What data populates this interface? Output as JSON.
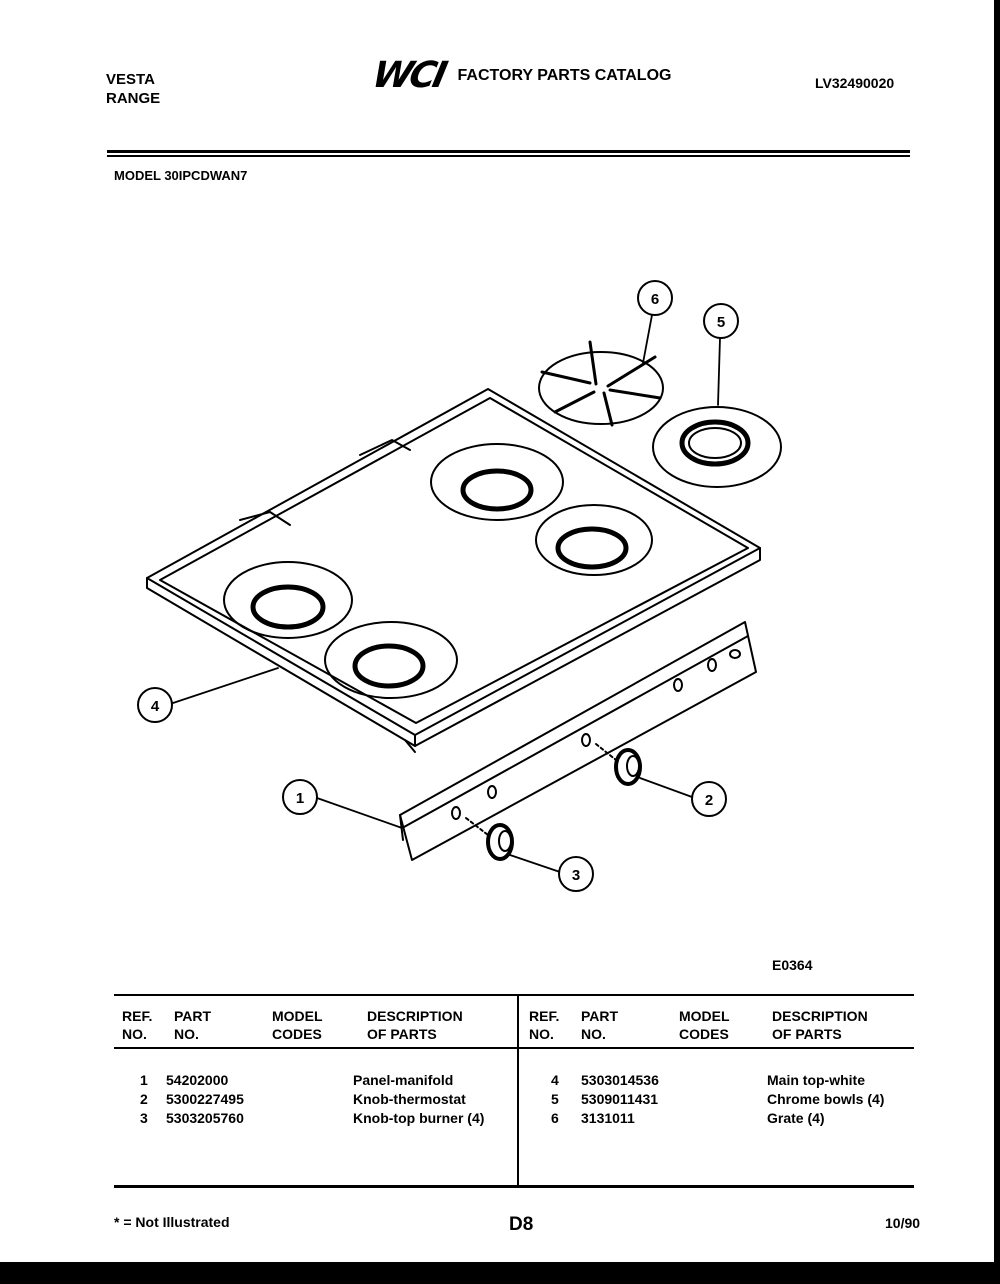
{
  "header": {
    "brand": "VESTA",
    "product": "RANGE",
    "logo": "WCI",
    "catalog_title": "FACTORY PARTS CATALOG",
    "catalog_number": "LV32490020",
    "model_label": "MODEL 30IPCDWAN7"
  },
  "diagram": {
    "code": "E0364",
    "callouts": [
      "1",
      "2",
      "3",
      "4",
      "5",
      "6"
    ]
  },
  "table": {
    "headers": {
      "ref": [
        "REF.",
        "NO."
      ],
      "part": [
        "PART",
        "NO."
      ],
      "model": [
        "MODEL",
        "CODES"
      ],
      "desc": [
        "DESCRIPTION",
        "OF PARTS"
      ]
    },
    "left_rows": [
      {
        "ref": "1",
        "part": "54202000",
        "codes": "",
        "desc": "Panel-manifold"
      },
      {
        "ref": "2",
        "part": "5300227495",
        "codes": "",
        "desc": "Knob-thermostat"
      },
      {
        "ref": "3",
        "part": "5303205760",
        "codes": "",
        "desc": "Knob-top burner (4)"
      }
    ],
    "right_rows": [
      {
        "ref": "4",
        "part": "5303014536",
        "codes": "",
        "desc": "Main top-white"
      },
      {
        "ref": "5",
        "part": "5309011431",
        "codes": "",
        "desc": "Chrome bowls (4)"
      },
      {
        "ref": "6",
        "part": "3131011",
        "codes": "",
        "desc": "Grate (4)"
      }
    ]
  },
  "footer": {
    "note": "* = Not Illustrated",
    "page": "D8",
    "date": "10/90"
  }
}
